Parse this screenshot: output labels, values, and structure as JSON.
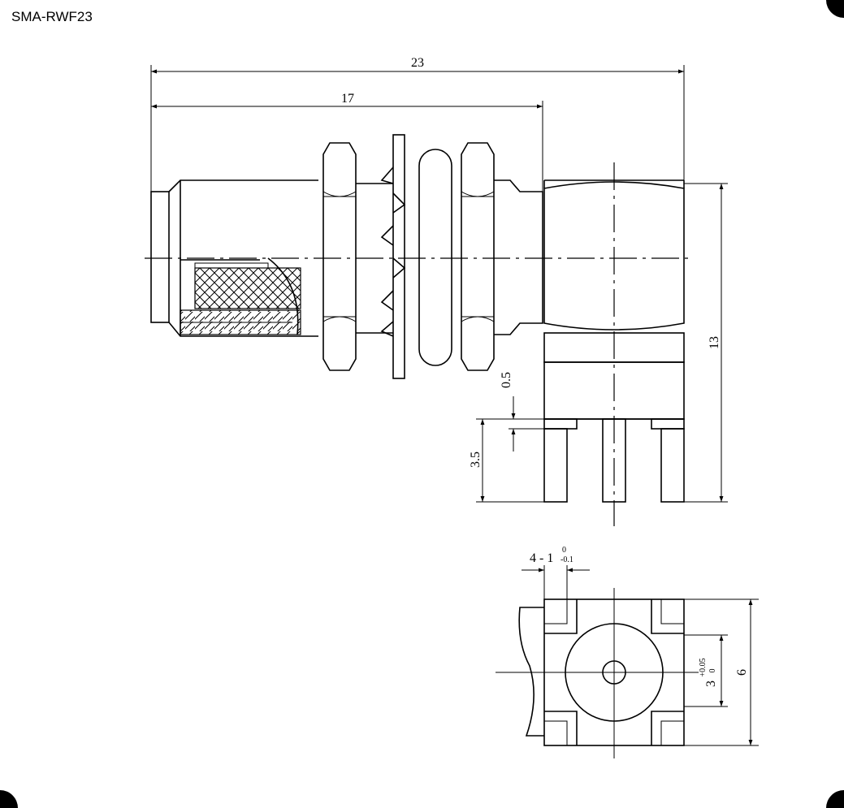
{
  "title": "SMA-RWF23",
  "dimensions": {
    "overall_length": "23",
    "panel_length": "17",
    "height": "13",
    "board_gap": "0.5",
    "pin_length": "3.5",
    "pin_spec_main": "4 - 1",
    "pin_tol_upper": "0",
    "pin_tol_lower": "-0.1",
    "footprint_width": "6",
    "pitch_main": "3",
    "pitch_tol_upper": "+0.05",
    "pitch_tol_lower": "0"
  }
}
